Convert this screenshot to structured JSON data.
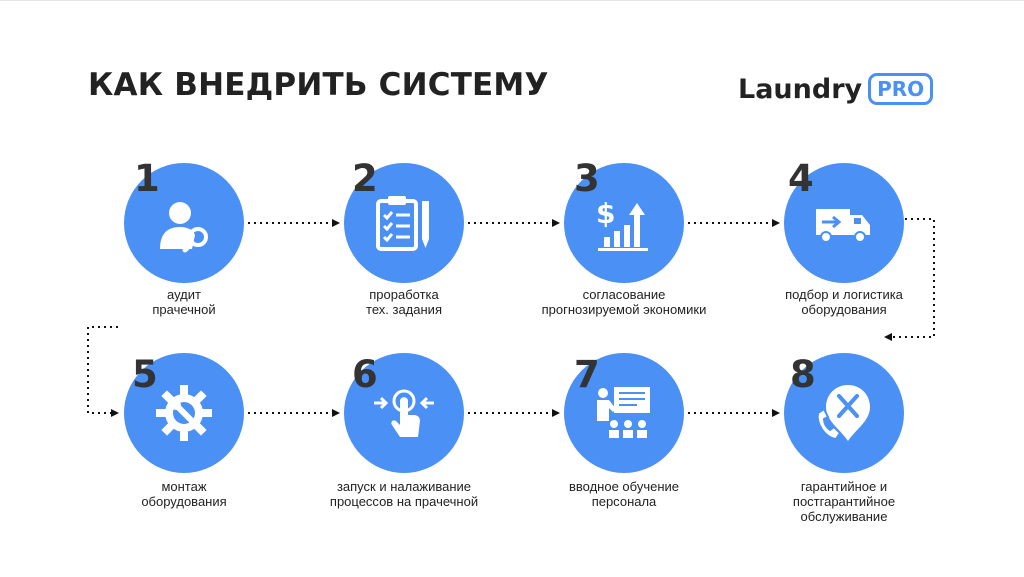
{
  "header": {
    "title": "КАК ВНЕДРИТЬ СИСТЕМУ",
    "logo_word": "Laundry",
    "logo_badge": "PRO"
  },
  "colors": {
    "accent": "#4a90f5",
    "text": "#222222",
    "number": "#333333"
  },
  "steps": [
    {
      "number": "1",
      "lines": [
        "аудит",
        "прачечной"
      ],
      "icon": "user-search-icon"
    },
    {
      "number": "2",
      "lines": [
        "проработка",
        "тех. задания"
      ],
      "icon": "clipboard-checklist-icon"
    },
    {
      "number": "3",
      "lines": [
        "согласование",
        "прогнозируемой экономики"
      ],
      "icon": "dollar-growth-chart-icon"
    },
    {
      "number": "4",
      "lines": [
        "подбор и логистика",
        "оборудования"
      ],
      "icon": "delivery-truck-icon"
    },
    {
      "number": "5",
      "lines": [
        "монтаж",
        "оборудования"
      ],
      "icon": "gear-wrench-icon"
    },
    {
      "number": "6",
      "lines": [
        "запуск и налаживание",
        "процессов на прачечной"
      ],
      "icon": "touch-press-icon"
    },
    {
      "number": "7",
      "lines": [
        "вводное обучение",
        "персонала"
      ],
      "icon": "presentation-training-icon"
    },
    {
      "number": "8",
      "lines": [
        "гарантийное и",
        "постгарантийное",
        "обслуживание"
      ],
      "icon": "phone-tools-support-icon"
    }
  ]
}
